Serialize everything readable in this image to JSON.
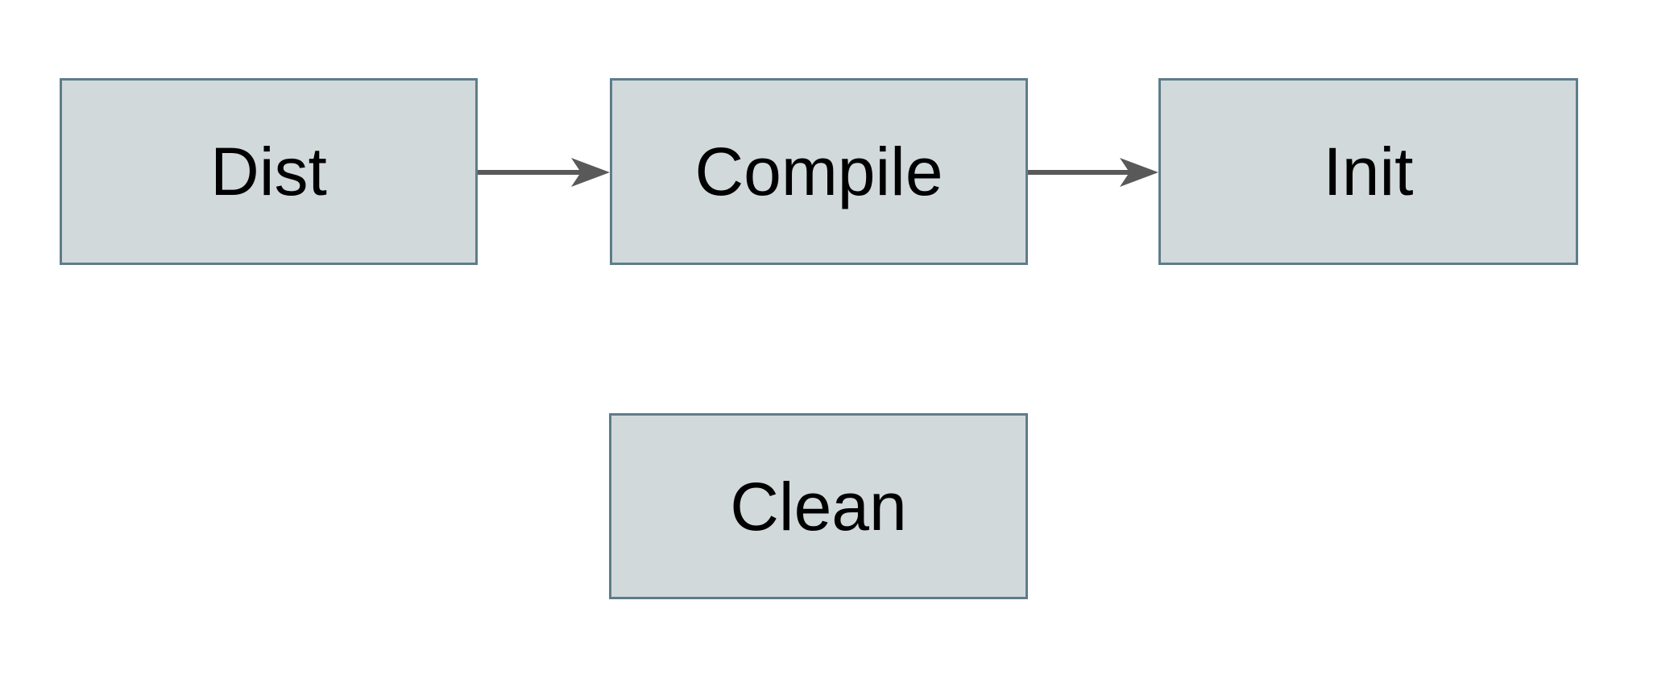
{
  "diagram": {
    "nodes": [
      {
        "id": "dist",
        "label": "Dist"
      },
      {
        "id": "compile",
        "label": "Compile"
      },
      {
        "id": "init",
        "label": "Init"
      },
      {
        "id": "clean",
        "label": "Clean"
      }
    ],
    "edges": [
      {
        "from": "dist",
        "to": "compile"
      },
      {
        "from": "compile",
        "to": "init"
      }
    ],
    "colors": {
      "node_fill": "#d2d9db",
      "node_border": "#5e7c8a",
      "arrow": "#595959",
      "text": "#000000",
      "background": "#ffffff"
    }
  }
}
